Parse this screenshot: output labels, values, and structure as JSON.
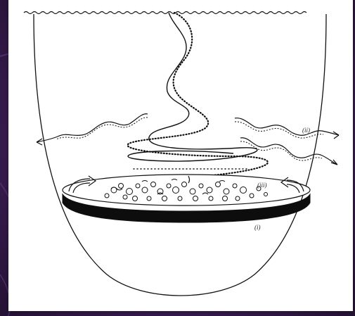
{
  "figure": {
    "labels": {
      "i": "(i)",
      "ii": "(ii)",
      "iii": "(iii)"
    }
  },
  "colors": {
    "background": "#3a1e52",
    "ink": "#111111",
    "panel": "#ffffff"
  }
}
